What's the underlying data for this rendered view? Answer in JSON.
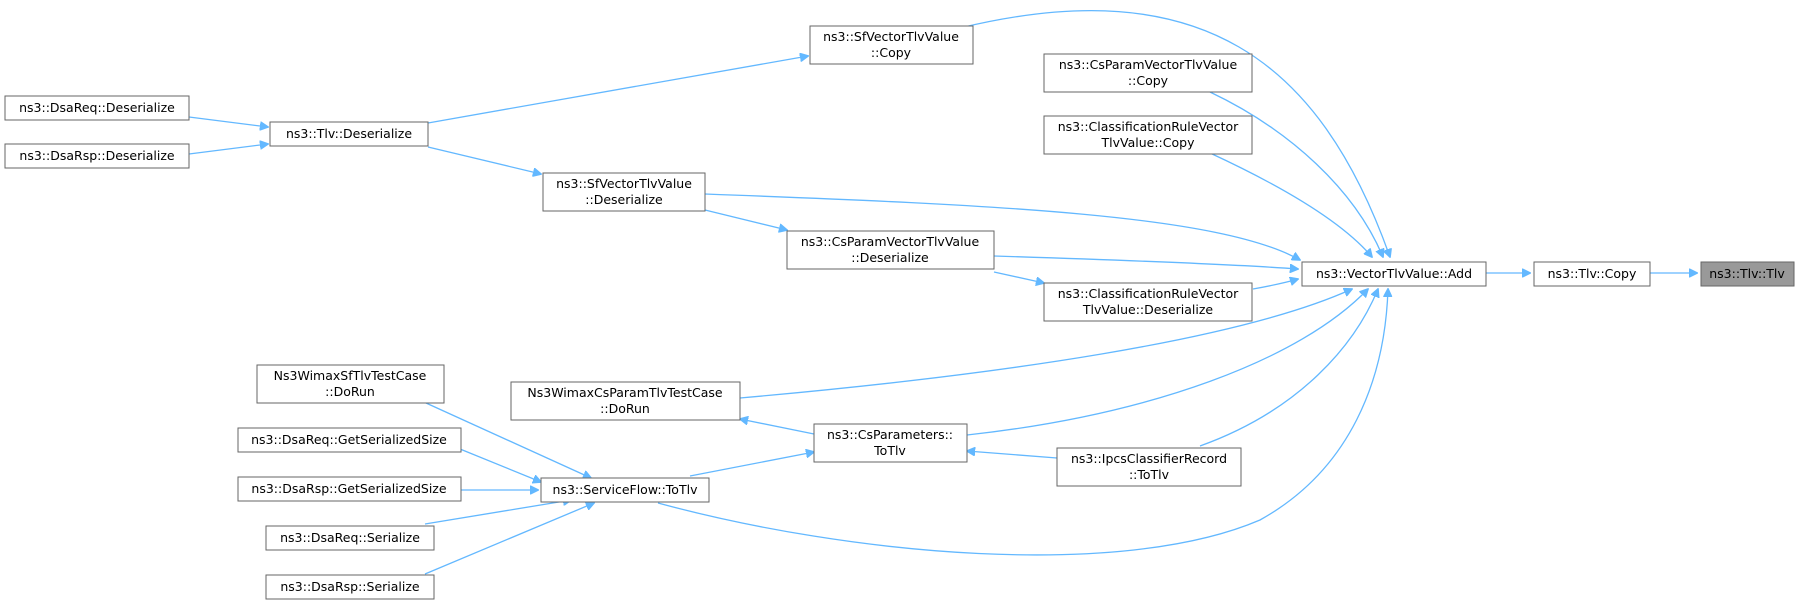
{
  "graph": {
    "nodes": [
      {
        "id": "n0",
        "lines": [
          "ns3::Tlv::Tlv"
        ],
        "highlight": true
      },
      {
        "id": "n1",
        "lines": [
          "ns3::Tlv::Copy"
        ]
      },
      {
        "id": "n2",
        "lines": [
          "ns3::VectorTlvValue::Add"
        ]
      },
      {
        "id": "n3",
        "lines": [
          "ns3::SfVectorTlvValue",
          "::Copy"
        ]
      },
      {
        "id": "n4",
        "lines": [
          "ns3::CsParamVectorTlvValue",
          "::Copy"
        ]
      },
      {
        "id": "n5",
        "lines": [
          "ns3::ClassificationRuleVector",
          "TlvValue::Copy"
        ]
      },
      {
        "id": "n6",
        "lines": [
          "ns3::SfVectorTlvValue",
          "::Deserialize"
        ]
      },
      {
        "id": "n7",
        "lines": [
          "ns3::CsParamVectorTlvValue",
          "::Deserialize"
        ]
      },
      {
        "id": "n8",
        "lines": [
          "ns3::ClassificationRuleVector",
          "TlvValue::Deserialize"
        ]
      },
      {
        "id": "n9",
        "lines": [
          "Ns3WimaxCsParamTlvTestCase",
          "::DoRun"
        ]
      },
      {
        "id": "n10",
        "lines": [
          "ns3::CsParameters::",
          "ToTlv"
        ]
      },
      {
        "id": "n11",
        "lines": [
          "ns3::IpcsClassifierRecord",
          "::ToTlv"
        ]
      },
      {
        "id": "n12",
        "lines": [
          "ns3::ServiceFlow::ToTlv"
        ]
      },
      {
        "id": "n13",
        "lines": [
          "ns3::Tlv::Deserialize"
        ]
      },
      {
        "id": "n14",
        "lines": [
          "ns3::DsaReq::Deserialize"
        ]
      },
      {
        "id": "n15",
        "lines": [
          "ns3::DsaRsp::Deserialize"
        ]
      },
      {
        "id": "n16",
        "lines": [
          "Ns3WimaxSfTlvTestCase",
          "::DoRun"
        ]
      },
      {
        "id": "n17",
        "lines": [
          "ns3::DsaReq::GetSerializedSize"
        ]
      },
      {
        "id": "n18",
        "lines": [
          "ns3::DsaRsp::GetSerializedSize"
        ]
      },
      {
        "id": "n19",
        "lines": [
          "ns3::DsaReq::Serialize"
        ]
      },
      {
        "id": "n20",
        "lines": [
          "ns3::DsaRsp::Serialize"
        ]
      }
    ],
    "edges": [
      {
        "from": "n1",
        "to": "n0"
      },
      {
        "from": "n2",
        "to": "n1"
      },
      {
        "from": "n3",
        "to": "n2"
      },
      {
        "from": "n4",
        "to": "n2"
      },
      {
        "from": "n5",
        "to": "n2"
      },
      {
        "from": "n6",
        "to": "n2"
      },
      {
        "from": "n7",
        "to": "n2"
      },
      {
        "from": "n8",
        "to": "n2"
      },
      {
        "from": "n9",
        "to": "n2"
      },
      {
        "from": "n10",
        "to": "n2"
      },
      {
        "from": "n11",
        "to": "n2"
      },
      {
        "from": "n12",
        "to": "n2"
      },
      {
        "from": "n13",
        "to": "n3"
      },
      {
        "from": "n13",
        "to": "n6"
      },
      {
        "from": "n6",
        "to": "n7"
      },
      {
        "from": "n7",
        "to": "n8"
      },
      {
        "from": "n14",
        "to": "n13"
      },
      {
        "from": "n15",
        "to": "n13"
      },
      {
        "from": "n10",
        "to": "n9"
      },
      {
        "from": "n11",
        "to": "n10"
      },
      {
        "from": "n12",
        "to": "n10"
      },
      {
        "from": "n16",
        "to": "n12"
      },
      {
        "from": "n17",
        "to": "n12"
      },
      {
        "from": "n18",
        "to": "n12"
      },
      {
        "from": "n19",
        "to": "n12"
      },
      {
        "from": "n20",
        "to": "n12"
      }
    ]
  }
}
